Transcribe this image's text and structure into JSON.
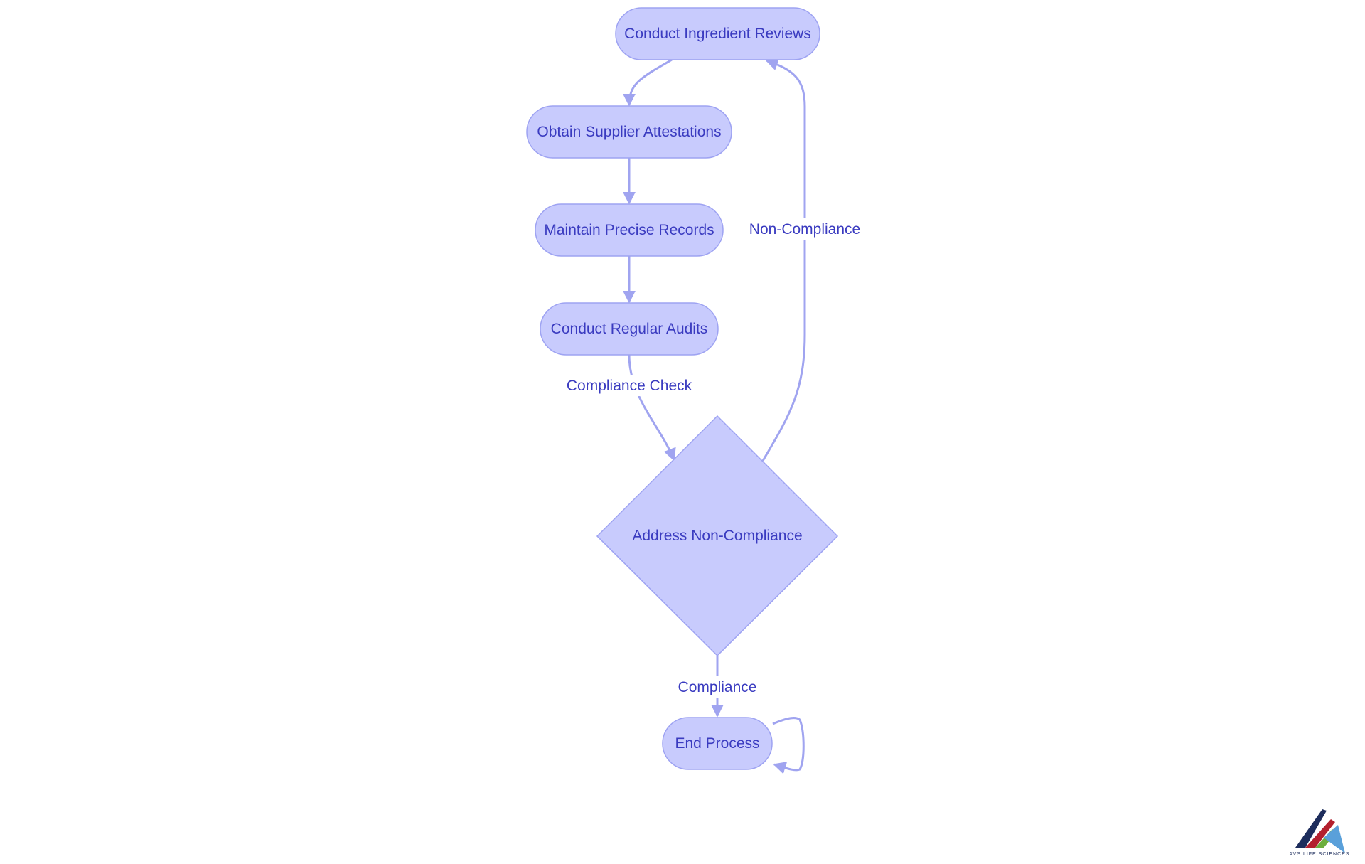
{
  "colors": {
    "node_fill": "#c8cbfd",
    "node_stroke": "#9ea3f2",
    "edge": "#a0a4f0",
    "text": "#3a3bc0"
  },
  "nodes": {
    "ingredient_reviews": "Conduct Ingredient Reviews",
    "supplier_attestations": "Obtain Supplier Attestations",
    "precise_records": "Maintain Precise Records",
    "regular_audits": "Conduct Regular Audits",
    "address_noncompliance": "Address Non-Compliance",
    "end_process": "End Process"
  },
  "edges": {
    "compliance_check": "Compliance Check",
    "non_compliance": "Non-Compliance",
    "compliance": "Compliance"
  },
  "logo": {
    "icon": "avs-life-sciences-logo",
    "text": "AVS LIFE SCIENCES"
  }
}
